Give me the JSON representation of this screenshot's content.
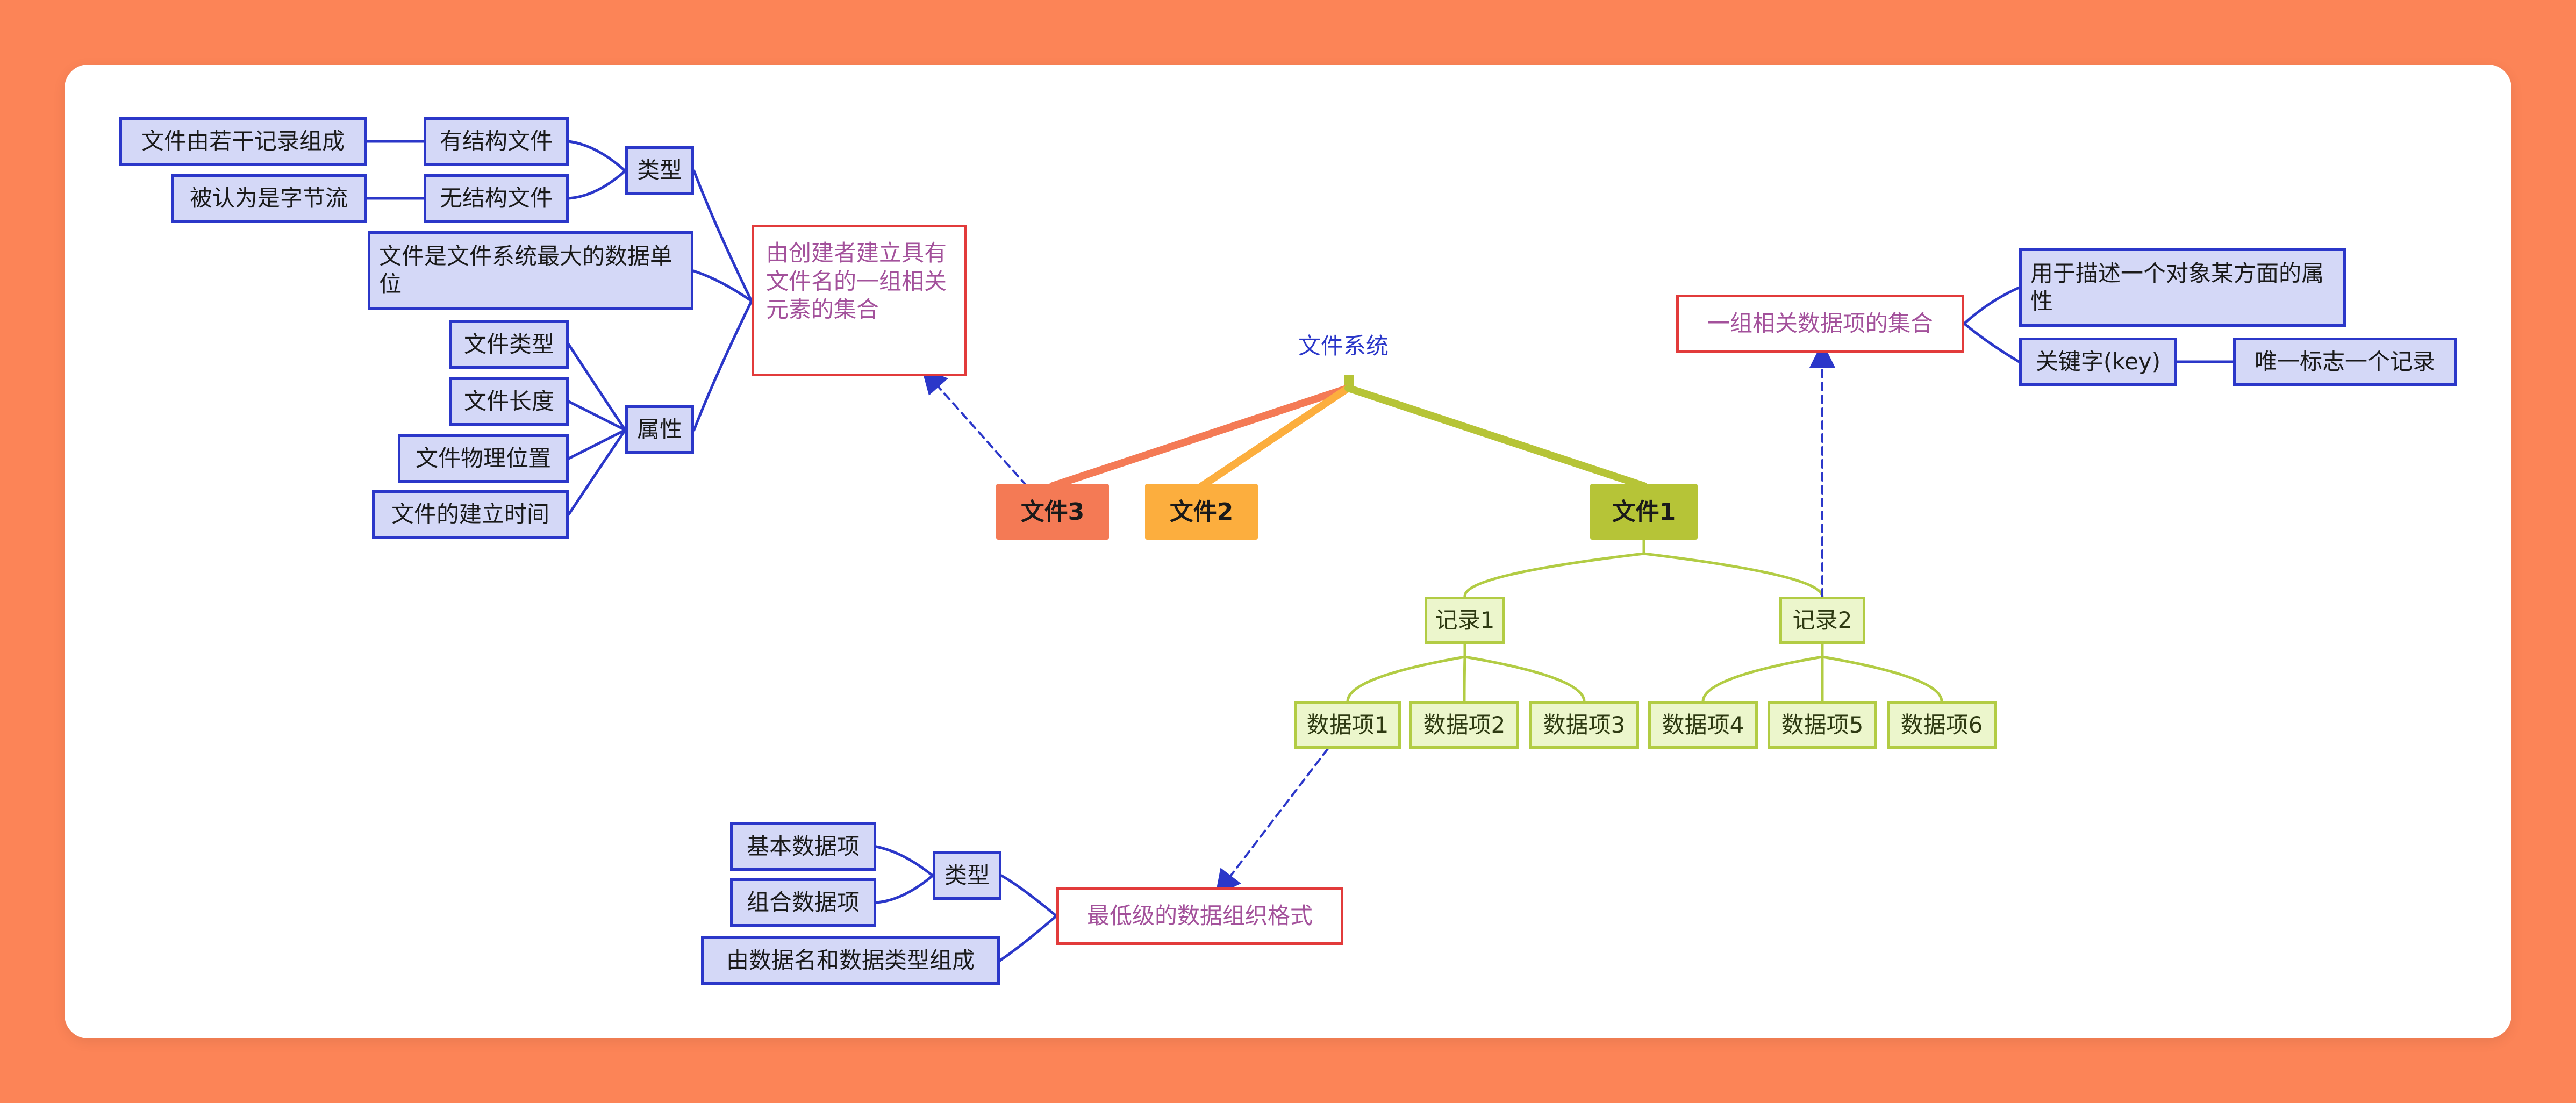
{
  "colors": {
    "background": "#fc8457",
    "card": "#ffffff",
    "blue_border": "#2b37c9",
    "blue_fill": "#d4d8f7",
    "green_border": "#b2cc44",
    "green_fill": "#ecf6cc",
    "red_border": "#e23b3b",
    "purple_text": "#a3519b",
    "file3": "#f47a55",
    "file2": "#fcae3e",
    "file1": "#b6c437"
  },
  "root": {
    "label": "文件系统"
  },
  "files": {
    "file3": "文件3",
    "file2": "文件2",
    "file1": "文件1"
  },
  "file1_branch": {
    "records": [
      "记录1",
      "记录2"
    ],
    "items": [
      "数据项1",
      "数据项2",
      "数据项3",
      "数据项4",
      "数据项5",
      "数据项6"
    ]
  },
  "file_definition": {
    "text": "由创建者建立具有文件名的一组相关元素的集合",
    "type": {
      "label": "类型",
      "structured": "有结构文件",
      "structured_detail": "文件由若干记录组成",
      "unstructured": "无结构文件",
      "unstructured_detail": "被认为是字节流"
    },
    "largest_unit": "文件是文件系统最大的数据单位",
    "attributes": {
      "label": "属性",
      "items": [
        "文件类型",
        "文件长度",
        "文件物理位置",
        "文件的建立时间"
      ]
    }
  },
  "record_definition": {
    "text": "一组相关数据项的集合",
    "describe": "用于描述一个对象某方面的属性",
    "key": "关键字(key)",
    "key_detail": "唯一标志一个记录"
  },
  "item_definition": {
    "text": "最低级的数据组织格式",
    "type": {
      "label": "类型",
      "basic": "基本数据项",
      "composite": "组合数据项"
    },
    "composition": "由数据名和数据类型组成"
  }
}
